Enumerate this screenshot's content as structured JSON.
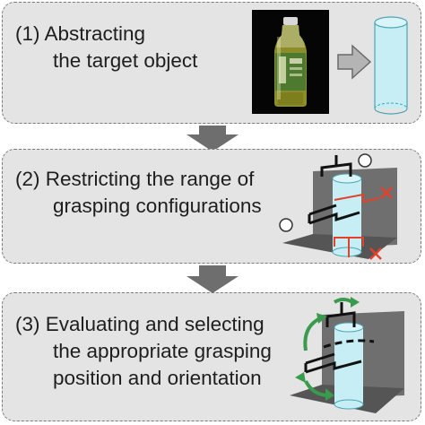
{
  "steps": [
    {
      "number": "(1)",
      "lines": [
        "Abstracting",
        "the target object"
      ]
    },
    {
      "number": "(2)",
      "lines": [
        "Restricting the range of",
        "grasping configurations"
      ]
    },
    {
      "number": "(3)",
      "lines": [
        "Evaluating and selecting",
        "the appropriate grasping",
        "position and orientation"
      ]
    }
  ],
  "colors": {
    "panel": "#e4e4e4",
    "panel_border": "#7a7a7a",
    "flow_arrow": "#6e6e6e",
    "cylinder_fill": "#c6eef4",
    "plane": "#6f6f6f",
    "gripper": "#111111",
    "reject_marker": "#e3422a",
    "rotation_arrow": "#3a9a4e"
  },
  "icons": [
    "bottle-photo",
    "abstraction-arrow-icon",
    "cylinder-icon",
    "gripper-icon",
    "reject-x-icon",
    "rotation-arrow-icon",
    "circle-marker-icon"
  ]
}
